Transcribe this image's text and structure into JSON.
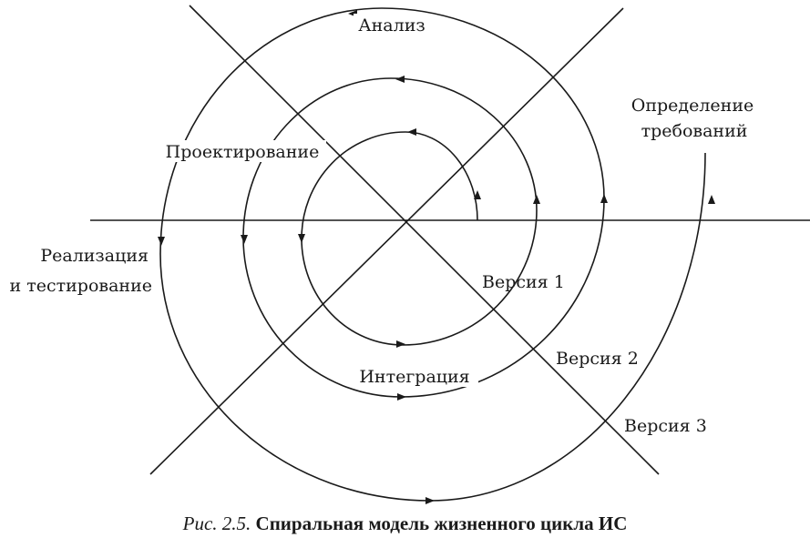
{
  "labels": {
    "analysis": "Анализ",
    "design": "Проектирование",
    "requirements_line1": "Определение",
    "requirements_line2": "требований",
    "implementation_line1": "Реализация",
    "implementation_line2": "и тестирование",
    "integration": "Интеграция",
    "version1": "Версия 1",
    "version2": "Версия 2",
    "version3": "Версия 3"
  },
  "caption": {
    "number": "Рис. 2.5.",
    "title": "Спиральная модель жизненного цикла ИС"
  }
}
